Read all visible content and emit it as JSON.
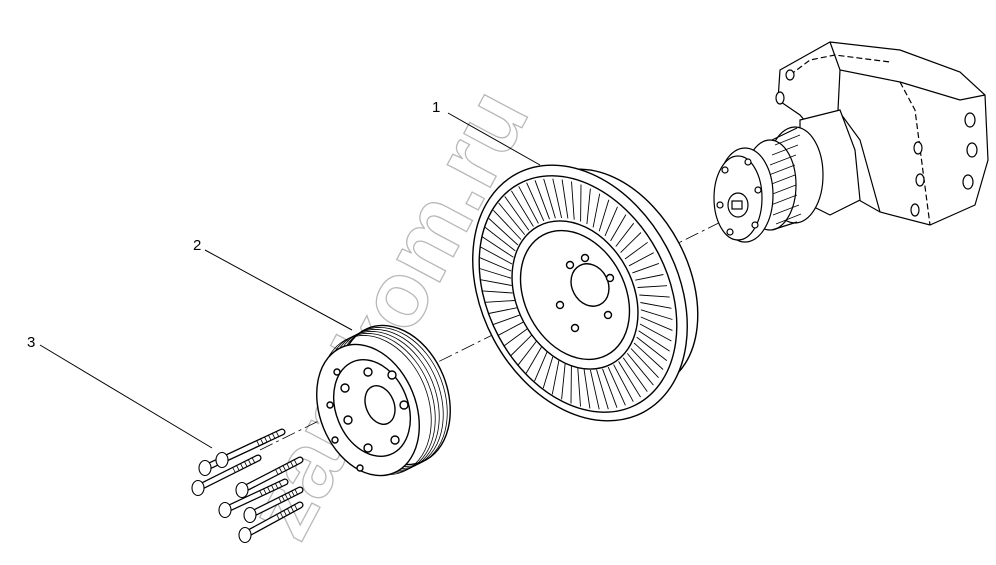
{
  "callouts": {
    "one": "1",
    "two": "2",
    "three": "3"
  },
  "watermark": "zap-kom.ru",
  "colors": {
    "line": "#000000",
    "watermark": "#b8b8b8"
  }
}
